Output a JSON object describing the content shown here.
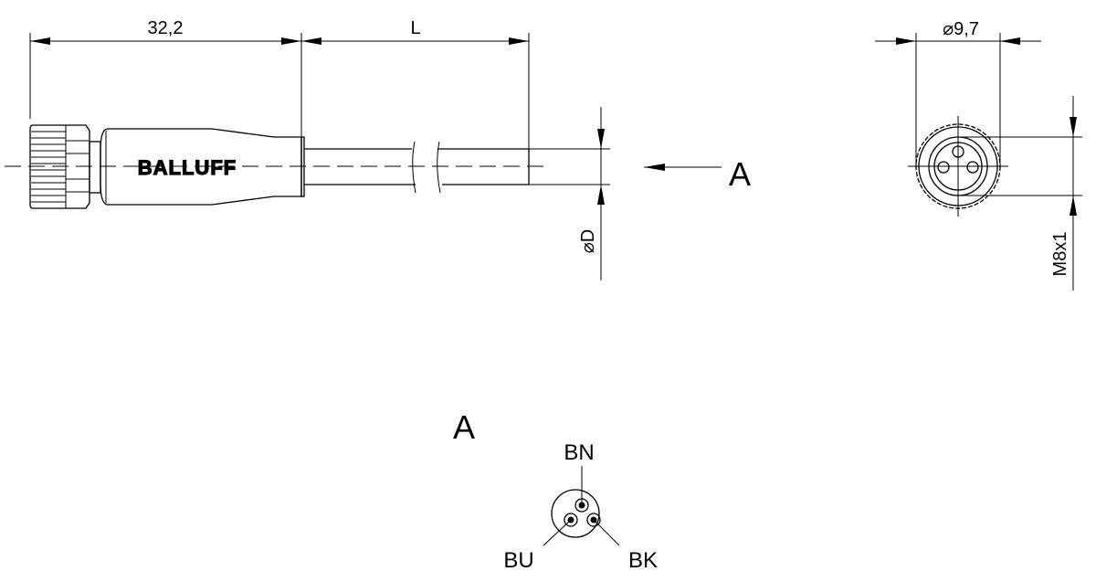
{
  "drawing": {
    "dimensions": {
      "connector_length": "32,2",
      "cable_length": "L",
      "cable_diameter": "⌀D",
      "head_diameter": "⌀9,7",
      "thread": "M8x1"
    },
    "brand_logo": "BALLUFF",
    "view_arrow_label": "A",
    "section_view": {
      "title": "A",
      "pins": [
        {
          "label": "BN"
        },
        {
          "label": "BU"
        },
        {
          "label": "BK"
        }
      ]
    }
  }
}
